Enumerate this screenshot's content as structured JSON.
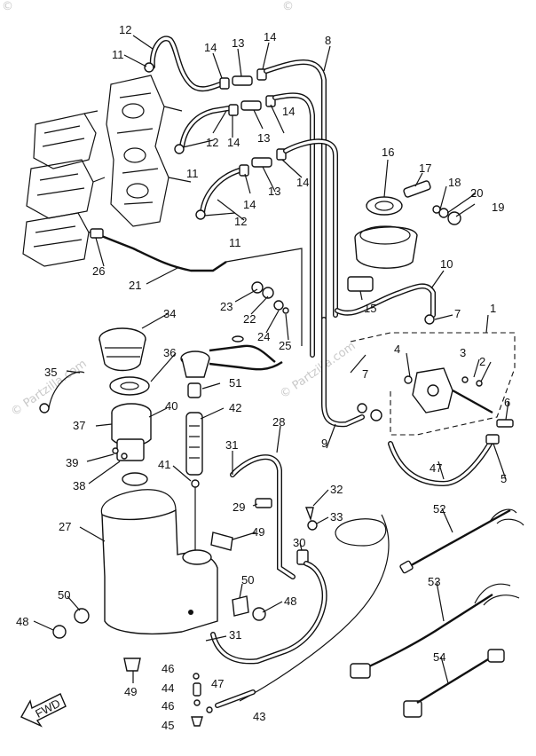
{
  "watermarks": {
    "copyright_top_left": "©",
    "copyright_top_mid": "©",
    "brand_left": "© Partzilla.com",
    "brand_right": "© Partzilla.com"
  },
  "fwd_label": "FWD",
  "callouts": {
    "c1": "1",
    "c2": "2",
    "c3": "3",
    "c4": "4",
    "c5": "5",
    "c6": "6",
    "c7a": "7",
    "c7b": "7",
    "c8": "8",
    "c9": "9",
    "c10": "10",
    "c11a": "11",
    "c11b": "11",
    "c11c": "11",
    "c12a": "12",
    "c12b": "12",
    "c12c": "12",
    "c13a": "13",
    "c13b": "13",
    "c13c": "13",
    "c14a": "14",
    "c14b": "14",
    "c14c": "14",
    "c14d": "14",
    "c14e": "14",
    "c14f": "14",
    "c15": "15",
    "c16": "16",
    "c17": "17",
    "c18": "18",
    "c19": "19",
    "c20": "20",
    "c21": "21",
    "c22": "22",
    "c23": "23",
    "c24": "24",
    "c25": "25",
    "c26": "26",
    "c27": "27",
    "c28": "28",
    "c29": "29",
    "c30": "30",
    "c31a": "31",
    "c31b": "31",
    "c32": "32",
    "c33": "33",
    "c34": "34",
    "c35": "35",
    "c36": "36",
    "c37": "37",
    "c38": "38",
    "c39": "39",
    "c40": "40",
    "c41": "41",
    "c42": "42",
    "c43": "43",
    "c44": "44",
    "c45": "45",
    "c46a": "46",
    "c46b": "46",
    "c47a": "47",
    "c47b": "47",
    "c48a": "48",
    "c48b": "48",
    "c49a": "49",
    "c49b": "49",
    "c50a": "50",
    "c50b": "50",
    "c51": "51",
    "c52": "52",
    "c53": "53",
    "c54": "54"
  }
}
